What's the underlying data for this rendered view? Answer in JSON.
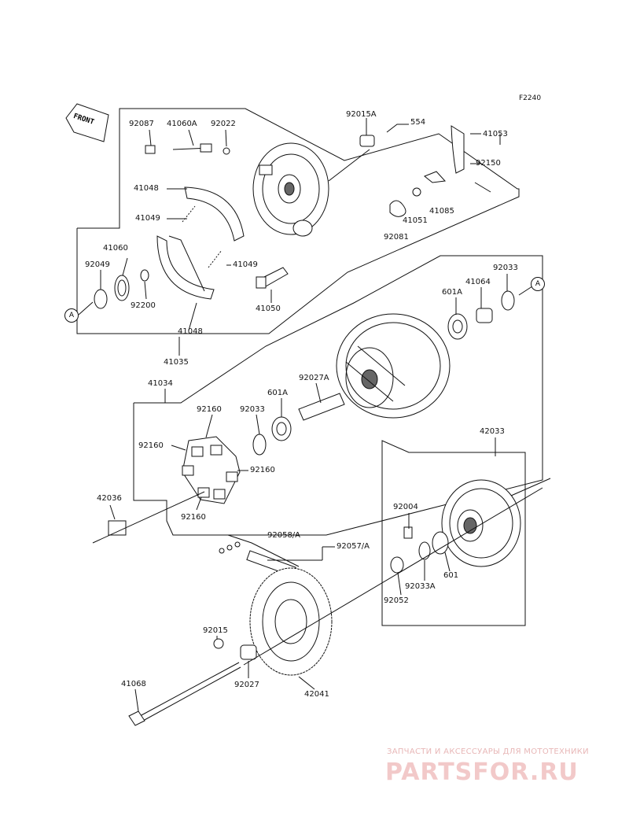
{
  "figure_code": "F2240",
  "front_label": "FRONT",
  "ref_marker": "A",
  "labels": [
    "92087",
    "41060A",
    "92022",
    "92015A",
    "554",
    "41053",
    "92150",
    "41048",
    "41049",
    "41085",
    "41051",
    "92081",
    "41060",
    "92049",
    "41049",
    "41050",
    "92200",
    "41048",
    "41035",
    "92033",
    "41064",
    "601A",
    "41034",
    "92027A",
    "601A",
    "92160",
    "92033",
    "92160",
    "92160",
    "92160",
    "42036",
    "42033",
    "92004",
    "92058/A",
    "92057/A",
    "601",
    "92033A",
    "92052",
    "92015",
    "92027",
    "42041",
    "41068"
  ],
  "watermark": {
    "subtitle": "ЗАПЧАСТИ И АКСЕССУАРЫ ДЛЯ МОТОТЕХНИКИ",
    "brand": "PARTSFOR.RU"
  }
}
